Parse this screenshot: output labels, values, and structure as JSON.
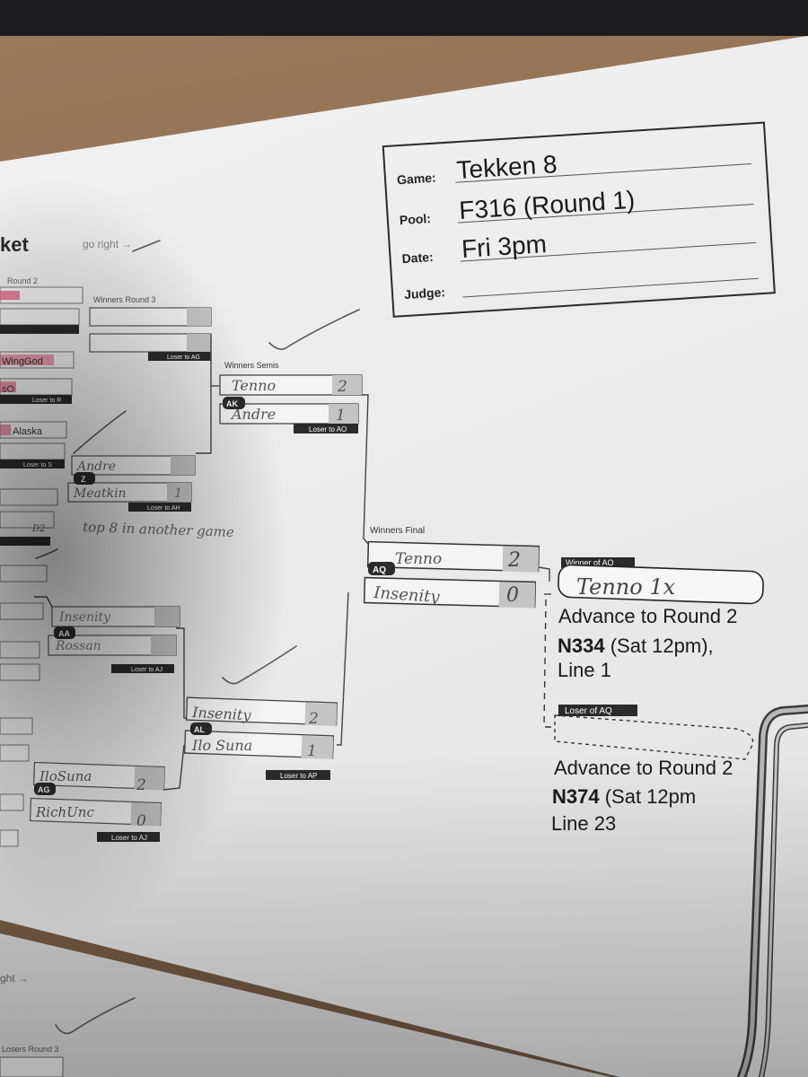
{
  "header_box": {
    "game_label": "Game:",
    "game_value": "Tekken 8",
    "pool_label": "Pool:",
    "pool_value": "F316 (Round 1)",
    "date_label": "Date:",
    "date_value": "Fri 3pm",
    "judge_label": "Judge:"
  },
  "bracket_title": "ket",
  "bracket_hint": "go right →",
  "left_fragments": {
    "round2": "Round 2",
    "name_wing": "WingGod",
    "name_so": "sO",
    "loser_r": "Loser to R",
    "name_alaska": "Alaska",
    "loser_s": "Loser to S",
    "d2": "D2"
  },
  "round3_label": "Winners Round 3",
  "winners_semis_label": "Winners Semis",
  "winners_final_label": "Winners Final",
  "matches": {
    "ak": {
      "tag": "AK",
      "p1": "Tenno",
      "s1": "2",
      "p2": "Andre",
      "s2": "1",
      "loser": "Loser to AO"
    },
    "z": {
      "tag": "Z",
      "p1": "Andre",
      "s1": "",
      "p2": "Meatkin",
      "s2": "1",
      "loser": "Loser to AH"
    },
    "aq": {
      "tag": "AQ",
      "p1": "Tenno",
      "s1": "2",
      "p2": "Insenity",
      "s2": "0"
    },
    "al": {
      "tag": "AL",
      "p1": "Insenity",
      "s1": "2",
      "p2": "Ilo Suna",
      "s2": "1",
      "loser": "Loser to AP"
    },
    "aa": {
      "tag": "AA",
      "p1": "Insenity",
      "s1": "",
      "p2": "Rossan",
      "s2": "",
      "loser": "Loser to AJ"
    },
    "ag": {
      "tag": "AG",
      "p1": "IloSuna",
      "s1": "2",
      "p2": "RichUnc",
      "s2": "0",
      "loser": "Loser to AJ"
    },
    "top": {
      "loser": "Loser to AG"
    }
  },
  "note_handwritten": "top 8 in another game",
  "winner_label": "Winner of AQ",
  "winner_value": "Tenno 1x",
  "winner_advance": {
    "line1": "Advance to Round 2",
    "code": "N334",
    "rest": " (Sat 12pm),",
    "line3": "Line 1"
  },
  "loser_label": "Loser of AQ",
  "loser_advance": {
    "line1": "Advance to Round 2",
    "code": "N374",
    "rest": " (Sat 12pm",
    "line3": "Line 23"
  },
  "bottom": {
    "hint": "ght →",
    "losers_round": "Losers Round 3"
  },
  "colors": {
    "paper": "#ececec",
    "cardboard": "#8a6b4e",
    "tag": "#2a2a2a",
    "highlight": "#e05575",
    "pencil": "#5a5a5a"
  }
}
